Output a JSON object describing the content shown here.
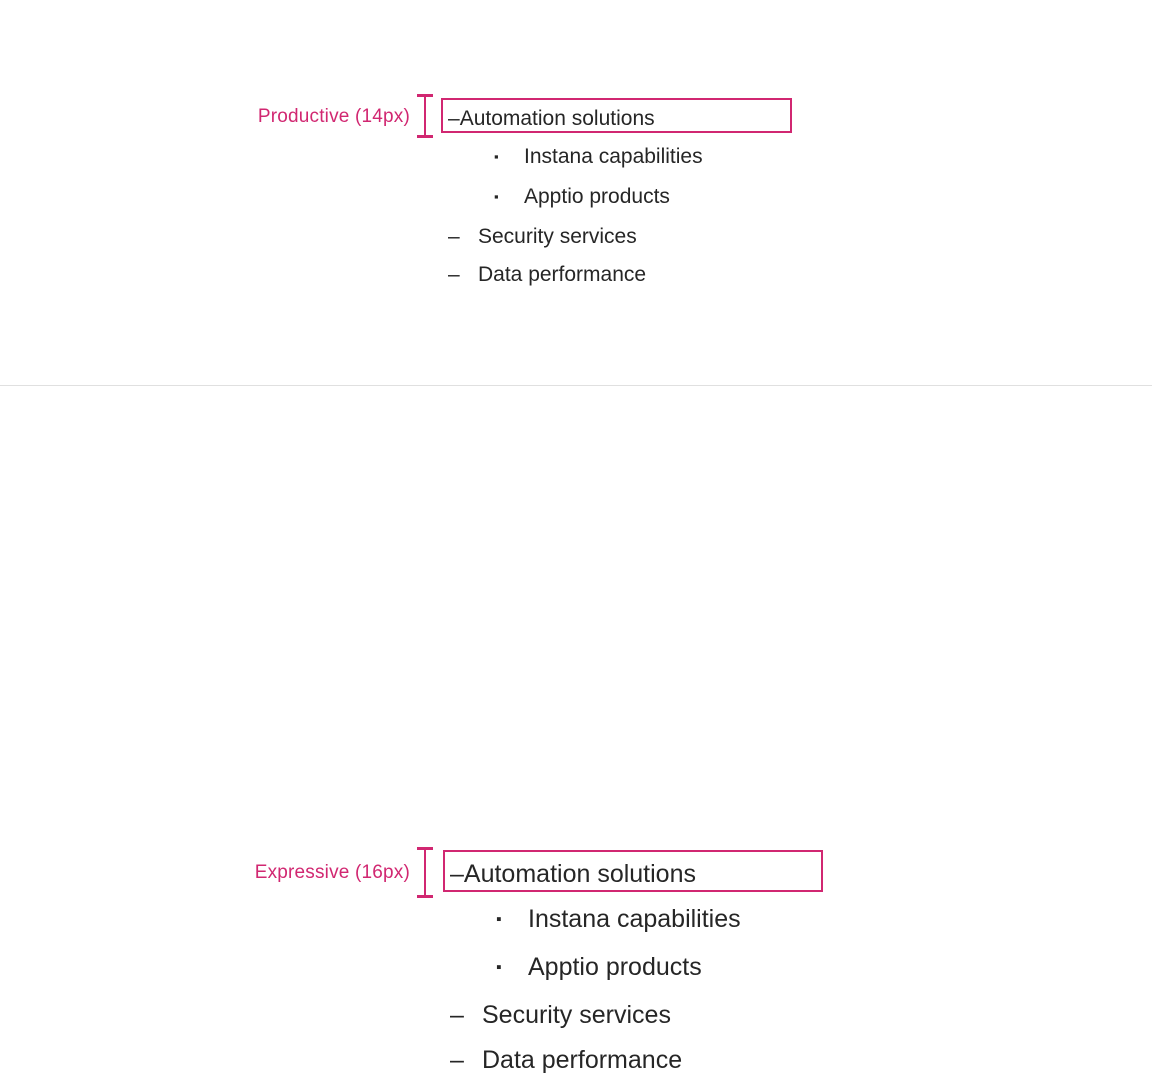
{
  "accent_color": "#d12771",
  "text_color": "#262626",
  "divider_color": "#e0e0e0",
  "background_color": "#ffffff",
  "markers": {
    "level1": "–",
    "level2": "▪"
  },
  "sections": [
    {
      "id": "productive",
      "annotation": "Productive (14px)",
      "items": [
        {
          "marker": "–",
          "label": "Automation solutions",
          "highlighted": true,
          "children": [
            {
              "marker": "▪",
              "label": "Instana capabilities"
            },
            {
              "marker": "▪",
              "label": "Apptio products"
            }
          ]
        },
        {
          "marker": "–",
          "label": "Security services",
          "highlighted": false,
          "children": []
        },
        {
          "marker": "–",
          "label": "Data performance",
          "highlighted": false,
          "children": []
        }
      ]
    },
    {
      "id": "expressive",
      "annotation": "Expressive (16px)",
      "items": [
        {
          "marker": "–",
          "label": "Automation solutions",
          "highlighted": true,
          "children": [
            {
              "marker": "▪",
              "label": "Instana capabilities"
            },
            {
              "marker": "▪",
              "label": "Apptio products"
            }
          ]
        },
        {
          "marker": "–",
          "label": "Security services",
          "highlighted": false,
          "children": []
        },
        {
          "marker": "–",
          "label": "Data performance",
          "highlighted": false,
          "children": []
        }
      ]
    }
  ]
}
